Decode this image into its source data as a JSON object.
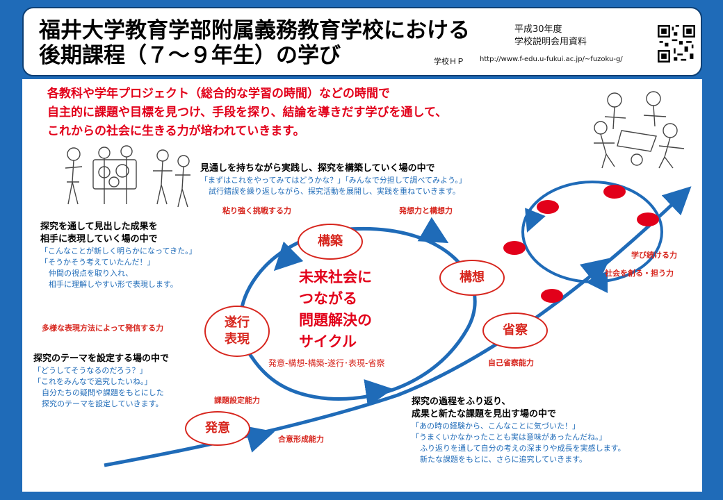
{
  "header": {
    "title_line1": "福井大学教育学部附属義務教育学校における",
    "title_line2": "後期課程（７～９年生）の学び",
    "meta_year": "平成30年度",
    "meta_doc": "学校説明会用資料",
    "hp_label": "学校ＨＰ",
    "hp_url": "http://www.f-edu.u-fukui.ac.jp/~fuzoku-g/"
  },
  "lead": [
    "各教科や学年プロジェクト（総合的な学習の時間）などの時間で",
    "自主的に課題や目標を見つけ、手段を探り、結論を導きだす学びを通して、",
    "これからの社会に生きる力が培われていきます。"
  ],
  "cycle": {
    "center_lines": [
      "未来社会に",
      "つながる",
      "問題解決の",
      "サイクル"
    ],
    "sub": "発意-構想-構築-遂行･表現-省察"
  },
  "nodes": {
    "hatsui": "発意",
    "kousou": "構想",
    "kouchiku": "構築",
    "suikou": "遂行",
    "hyougen": "表現",
    "seisatsu": "省察"
  },
  "abilities": {
    "goui": "合意形成能力",
    "kadai": "課題設定能力",
    "tayou": "多様な表現方法によって発信する力",
    "nebari": "粘り強く挑戦する力",
    "hassou": "発想力と構想力",
    "jiko": "自己省察能力",
    "manabi": "学び続ける力",
    "shakai": "社会を創る・担う力"
  },
  "blocks": {
    "kouchiku": {
      "heading": "見通しを持ちながら実践し、探究を構築していく場の中で",
      "quote": "「まずはこれをやってみてはどうかな？」「みんなで分担して調べてみよう。」",
      "body": "試行錯誤を繰り返しながら、探究活動を展開し、実践を重ねていきます。"
    },
    "hyougen": {
      "heading1": "探究を通して見出した成果を",
      "heading2": "相手に表現していく場の中で",
      "quote1": "「こんなことが新しく明らかになってきた。」",
      "quote2": "「そうかそう考えていたんだ！」",
      "body1": "仲間の視点を取り入れ、",
      "body2": "相手に理解しやすい形で表現します。"
    },
    "theme": {
      "heading": "探究のテーマを設定する場の中で",
      "quote1": "「どうしてそうなるのだろう？」",
      "quote2": "「これをみんなで追究したいね。」",
      "body1": "自分たちの疑問や課題をもとにした",
      "body2": "探究のテーマを設定していきます。"
    },
    "seisatsu": {
      "heading1": "探究の過程をふり返り、",
      "heading2": "成果と新たな課題を見出す場の中で",
      "quote1": "「あの時の経験から、こんなことに気づいた！」",
      "quote2": "「うまくいかなかったことも実は意味があったんだね。」",
      "body1": "ふり返りを通して自分の考えの深まりや成長を実感します。",
      "body2": "新たな課題をもとに、さらに追究していきます。"
    }
  },
  "colors": {
    "frame": "#1f6bb8",
    "accent_red": "#e2001a",
    "text_blue": "#1f6bb8"
  }
}
